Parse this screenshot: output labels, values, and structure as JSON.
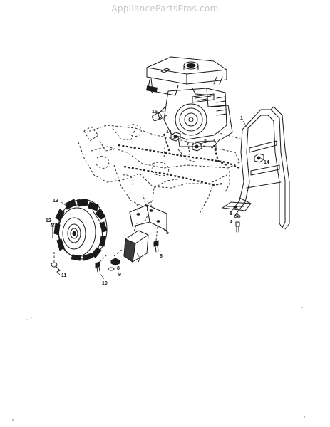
{
  "header": {
    "watermark": "AppliancePartsPros.com"
  },
  "diagram": {
    "parts": [
      {
        "id": "engine",
        "callout": "15"
      },
      {
        "id": "handlebar-frame",
        "callout": "1"
      },
      {
        "id": "nut-upper",
        "callout": "2"
      },
      {
        "id": "nut-left",
        "callout": "14"
      },
      {
        "id": "nut-right",
        "callout": "14"
      },
      {
        "id": "washer",
        "callout": "3"
      },
      {
        "id": "bolt-right",
        "callout": "4"
      },
      {
        "id": "bracket",
        "callout": "5"
      },
      {
        "id": "bolt-center",
        "callout": "6"
      },
      {
        "id": "block",
        "callout": "7"
      },
      {
        "id": "nut-lower",
        "callout": "8"
      },
      {
        "id": "lockwasher",
        "callout": "9"
      },
      {
        "id": "bolt-lower",
        "callout": "10"
      },
      {
        "id": "hairpin-clip",
        "callout": "11"
      },
      {
        "id": "clevis-pin",
        "callout": "12"
      },
      {
        "id": "wheel-tire",
        "callout": "13"
      }
    ]
  }
}
